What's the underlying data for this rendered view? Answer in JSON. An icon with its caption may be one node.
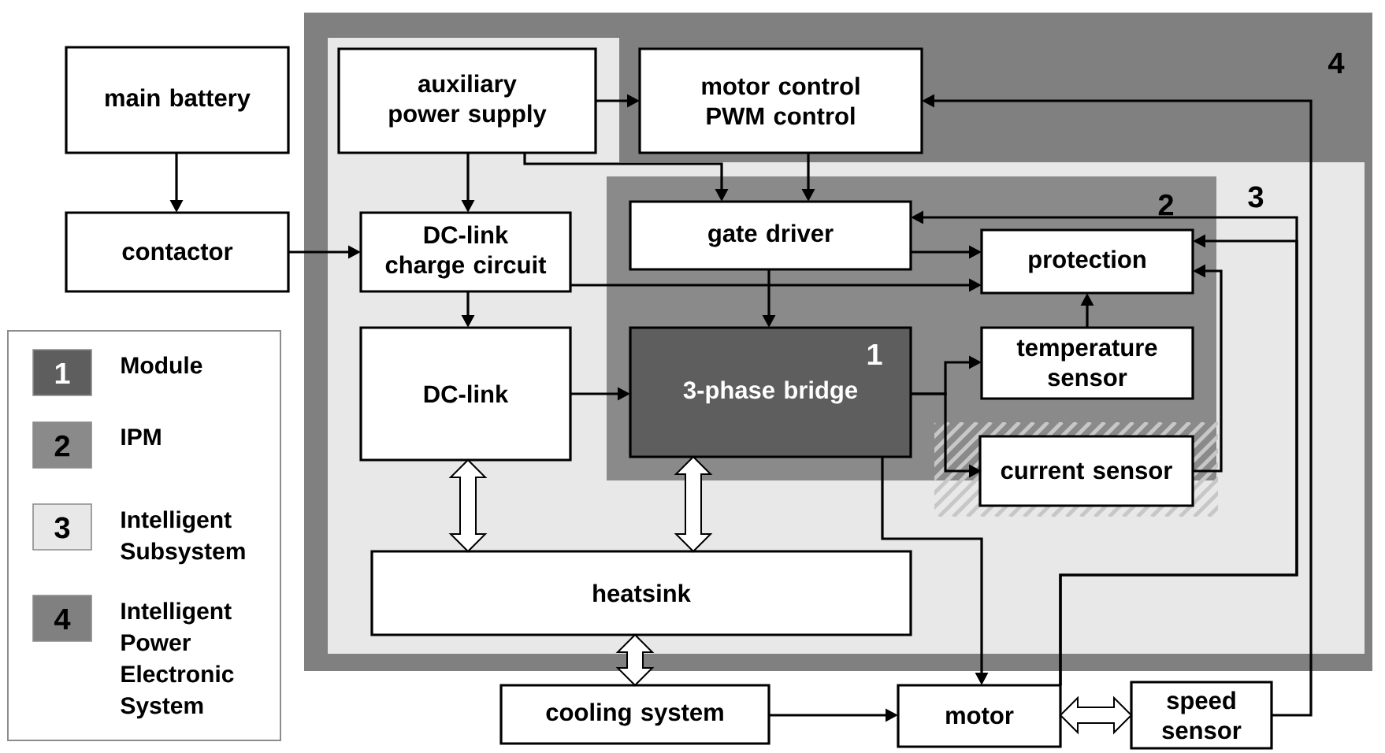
{
  "diagram": {
    "nodes": [
      {
        "text": [
          "main battery"
        ]
      },
      {
        "text": [
          "contactor"
        ]
      },
      {
        "text": [
          "4"
        ]
      },
      {
        "text": [
          "3"
        ],
        "in": 2
      },
      {
        "text": [
          "auxiliary power supply"
        ],
        "in": 3
      },
      {
        "text": [
          "motor control PWM control"
        ],
        "in": 2
      },
      {
        "text": [
          "DC-link charge circuit"
        ],
        "in": 3
      },
      {
        "text": [
          "2"
        ],
        "in": 3
      },
      {
        "text": [
          "gate driver"
        ],
        "in": 7
      },
      {
        "text": [
          "protection"
        ],
        "in": 7
      },
      {
        "text": [
          "1",
          "3-phase bridge"
        ],
        "in": 7
      },
      {
        "text": [
          "temperature sensor"
        ],
        "in": 7
      },
      {
        "text": [
          "current sensor"
        ],
        "in": 3
      },
      {
        "text": [
          "DC-link"
        ],
        "in": 3
      },
      {
        "text": [
          "heatsink"
        ],
        "in": 3
      },
      {
        "text": [
          "cooling system"
        ]
      },
      {
        "text": [
          "motor"
        ]
      },
      {
        "text": [
          "speed sensor"
        ]
      }
    ],
    "edges": [
      {
        "from": 0,
        "to": 1,
        "arrow": "to"
      },
      {
        "from": 1,
        "to": 6,
        "arrow": "to"
      },
      {
        "from": 4,
        "to": 5,
        "arrow": "to"
      },
      {
        "from": 4,
        "to": 6,
        "arrow": "to"
      },
      {
        "from": 4,
        "to": 8,
        "arrow": "to"
      },
      {
        "from": 5,
        "to": 8,
        "arrow": "to"
      },
      {
        "from": 6,
        "to": 13,
        "arrow": "to"
      },
      {
        "from": 6,
        "to": 9,
        "arrow": "to"
      },
      {
        "from": 8,
        "to": 9,
        "arrow": "to"
      },
      {
        "from": 16,
        "to": 8,
        "arrow": "to"
      },
      {
        "from": 16,
        "to": 9,
        "arrow": "to"
      },
      {
        "from": 8,
        "to": 10,
        "arrow": "to"
      },
      {
        "from": 13,
        "to": 10,
        "arrow": "to"
      },
      {
        "from": 10,
        "to": 11,
        "arrow": "to"
      },
      {
        "from": 10,
        "to": 12,
        "arrow": "to"
      },
      {
        "from": 11,
        "to": 9,
        "arrow": "to"
      },
      {
        "from": 12,
        "to": 9,
        "arrow": "to"
      },
      {
        "from": 17,
        "to": 5,
        "arrow": "to"
      },
      {
        "from": 10,
        "to": 16,
        "arrow": "to"
      },
      {
        "from": 15,
        "to": 16,
        "arrow": "to"
      },
      {
        "from": 13,
        "to": 14,
        "arrow": "both",
        "style": "thick"
      },
      {
        "from": 10,
        "to": 14,
        "arrow": "both",
        "style": "thick"
      },
      {
        "from": 14,
        "to": 15,
        "arrow": "both",
        "style": "thick"
      },
      {
        "from": 16,
        "to": 17,
        "arrow": "both",
        "style": "thick"
      }
    ],
    "labels": [
      "1",
      "2",
      "3",
      "4"
    ],
    "legend": [
      {
        "text": "Module",
        "color": "#5e5e5e"
      },
      {
        "text": "IPM",
        "color": "#8a8a8a"
      },
      {
        "text": "Intelligent Subsystem",
        "color": "#e8e8e8"
      },
      {
        "text": "Intelligent Power Electronic System",
        "color": "#808080"
      }
    ]
  }
}
